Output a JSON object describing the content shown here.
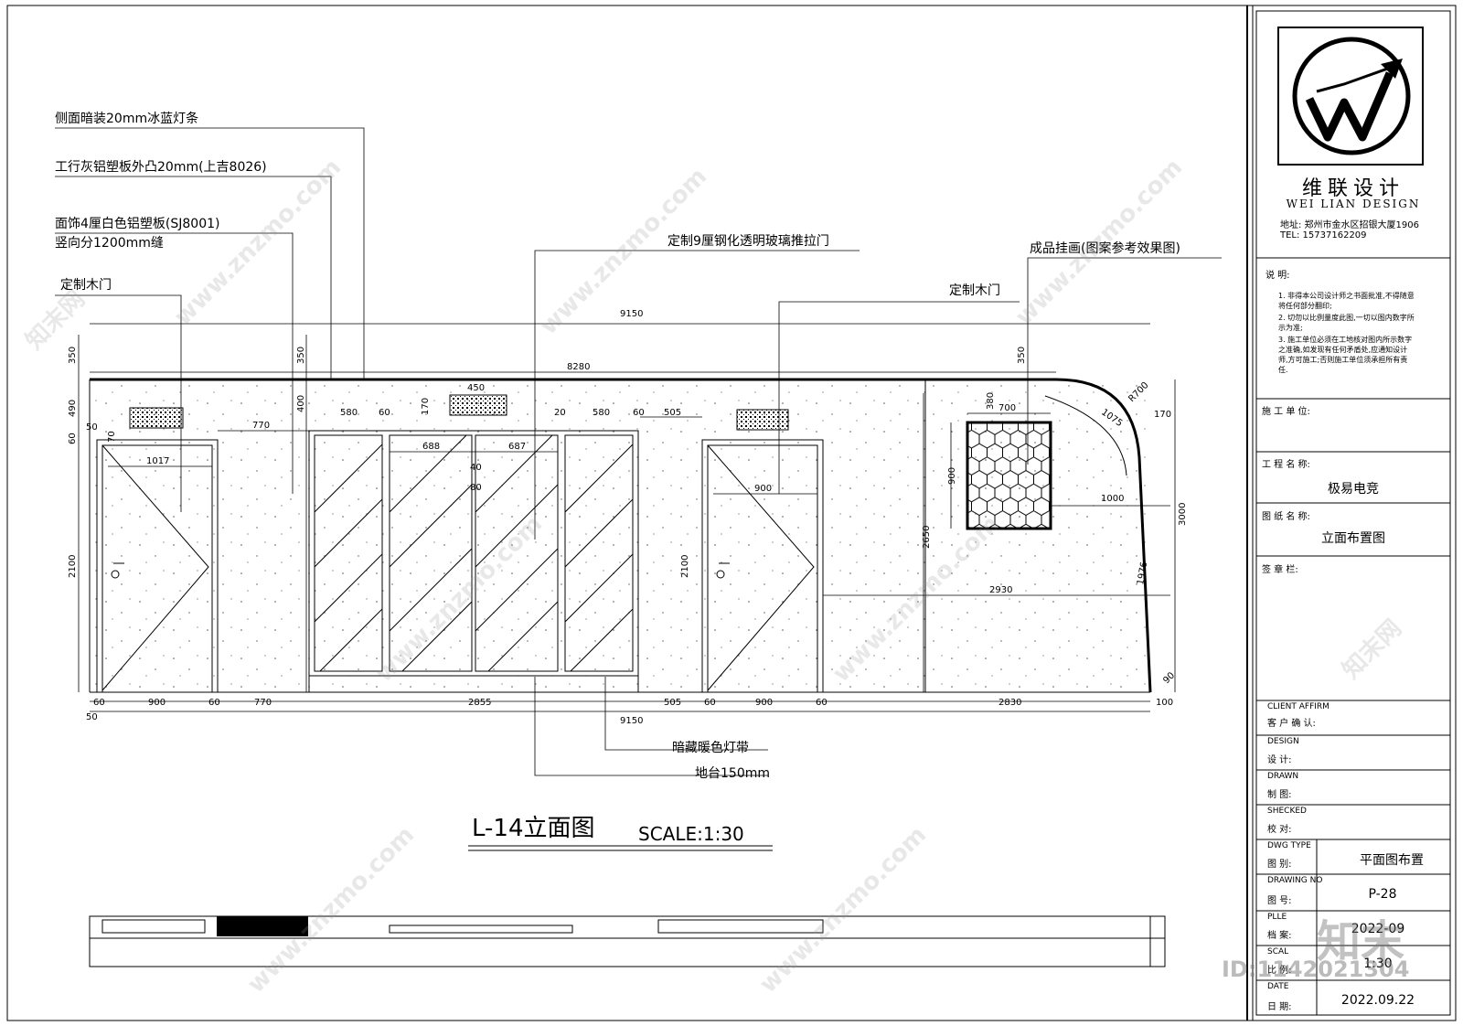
{
  "drawing": {
    "title": "L-14立面图",
    "scale": "SCALE:1:30",
    "overall_dims": {
      "top": "9150",
      "inner_top": "8280",
      "bottom": "9150",
      "right_height": "3000"
    },
    "callouts": [
      "侧面暗装20mm冰蓝灯条",
      "工行灰铝塑板外凸20mm(上吉8026)",
      "面饰4厘白色铝塑板(SJ8001)",
      "竖向分1200mm缝",
      "定制木门",
      "定制9厘钢化透明玻璃推拉门",
      "成品挂画(图案参考效果图)",
      "定制木门",
      "暗藏暖色灯带",
      "地台150mm"
    ],
    "dims": {
      "left_350": "350",
      "left_490": "490",
      "left_60": "60",
      "left_2100": "2100",
      "d50": "50",
      "d70": "70",
      "d1017": "1017",
      "d770": "770",
      "d350b": "350",
      "d400": "400",
      "d580": "580",
      "d60": "60",
      "d170": "170",
      "d450": "450",
      "d688": "688",
      "d687": "687",
      "d20": "20",
      "d40": "40",
      "d80": "80",
      "d580b": "580",
      "d60b": "60",
      "d505": "505",
      "d900": "900",
      "d2100b": "2100",
      "d350c": "350",
      "d380": "380",
      "d700": "700",
      "d900b": "900",
      "d2650": "2650",
      "d1000": "1000",
      "d2930": "2930",
      "dR700": "R700",
      "d1075": "1075",
      "d170b": "170",
      "d1976": "1976",
      "d90": "90",
      "b60": "60",
      "b900": "900",
      "b60b": "60",
      "b770": "770",
      "b2855": "2855",
      "b505": "505",
      "b60c": "60",
      "b900b": "900",
      "b60d": "60",
      "b2830": "2830",
      "b100": "100",
      "b50": "50"
    }
  },
  "title_block": {
    "company_cn": "维联设计",
    "company_en": "WEI LIAN DESIGN",
    "address": "地址: 郑州市金水区招银大厦1906",
    "tel": "TEL: 15737162209",
    "notes_title": "说 明:",
    "notes": [
      "1. 非得本公司设计师之书面批准,不得随意将任何部分翻印;",
      "2. 切勿以比例量度此图,一切以图内数字所示为准;",
      "3. 施工单位必须在工地核对图内所示数字之准确,如发现有任何矛盾处,应通知设计师,方可施工;否则施工单位须承担所有责任."
    ],
    "construction_unit_label": "施 工 单 位:",
    "project_name_label": "工 程 名 称:",
    "project_name": "极易电竞",
    "drawing_name_label": "图 纸 名 称:",
    "drawing_name": "立面布置图",
    "seal_label": "签 章 栏:",
    "client_en": "CLIENT AFFIRM",
    "client_cn": "客 户 确 认:",
    "design_en": "DESIGN",
    "design_cn": "设 计:",
    "drawn_en": "DRAWN",
    "drawn_cn": "制 图:",
    "checked_en": "SHECKED",
    "checked_cn": "校 对:",
    "dwg_type_en": "DWG TYPE",
    "dwg_type_cn": "图 别:",
    "dwg_type_value": "平面图布置",
    "drawing_no_en": "DRAWING NO",
    "drawing_no_cn": "图 号:",
    "drawing_no_value": "P-28",
    "plle_en": "PLLE",
    "archive_cn": "档 案:",
    "archive_value": "2022-09",
    "scale_en": "SCAL",
    "scale_cn": "比 例:",
    "scale_value": "1:30",
    "date_en": "DATE",
    "date_cn": "日 期:",
    "date_value": "2022.09.22"
  },
  "watermark": {
    "site": "www.znzmo.com",
    "brand": "知末网",
    "logo": "知末",
    "id": "ID:1142021304"
  }
}
